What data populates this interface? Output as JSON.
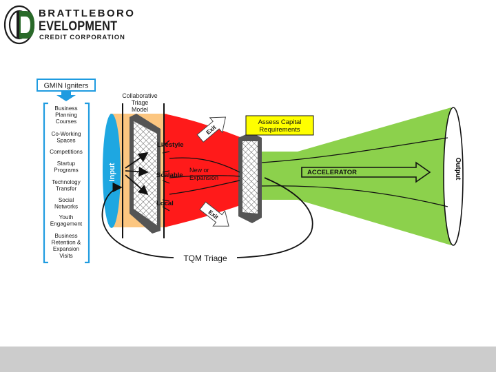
{
  "logo": {
    "line1": "BRATTLEBORO",
    "line2": "EVELOPMENT",
    "line3": "CREDIT CORPORATION"
  },
  "igniters": {
    "title": "GMIN Igniters",
    "items": [
      [
        "Business",
        "Planning",
        "Courses"
      ],
      [
        "Co-Working",
        "Spaces"
      ],
      [
        "Competitions"
      ],
      [
        "Startup",
        "Programs"
      ],
      [
        "Technology",
        "Transfer"
      ],
      [
        "Social",
        "Networks"
      ],
      [
        "Youth",
        "Engagement"
      ],
      [
        "Business",
        "Retention &",
        "Expansion",
        "Visits"
      ]
    ]
  },
  "triage_model": [
    "Collaborative",
    "Triage",
    "Model"
  ],
  "stage_labels": {
    "input": "Input",
    "output": "Output",
    "lifestyle": "Lifestyle",
    "scalable": "Scalable",
    "local": "Local",
    "new_or_expansion": [
      "New or",
      "Expansion"
    ],
    "exit_top": "Exit",
    "exit_bottom": "Exit",
    "accelerator": "ACCELERATOR",
    "tqm": "TQM Triage"
  },
  "assess_box": [
    "Assess Capital",
    "Requirements"
  ],
  "colors": {
    "input_blue": "#1ea7e1",
    "funnel_orange": "#fcc680",
    "funnel_red": "#ff1a1a",
    "funnel_green": "#8cd14c",
    "assess_yellow": "#ffff00",
    "igniter_border": "#1e9be0"
  }
}
